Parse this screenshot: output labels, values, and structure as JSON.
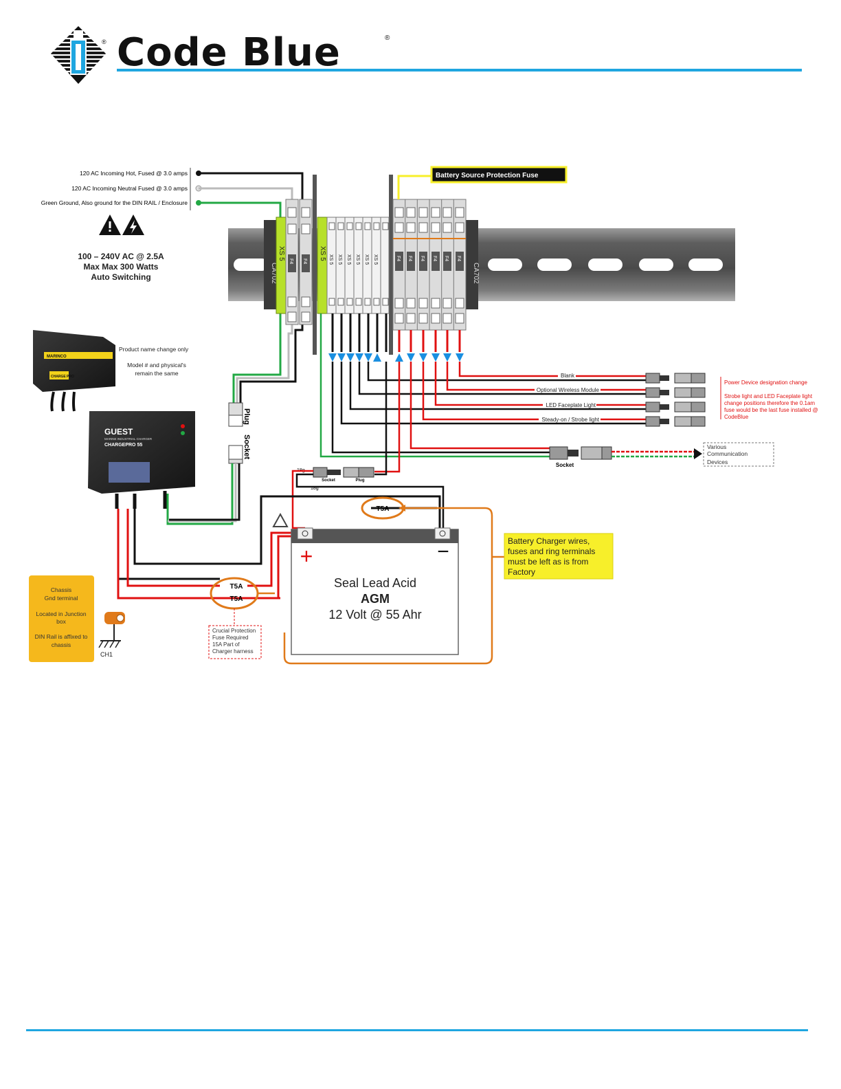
{
  "brand": {
    "name": "Code Blue",
    "registered_mark": "®",
    "accent_color": "#1fa6e0"
  },
  "diagram": {
    "ac_inputs": [
      "120 AC Incoming Hot, Fused @ 3.0 amps",
      "120 AC Incoming Neutral Fused @ 3.0 amps",
      "Green Ground, Also ground for the DIN RAIL / Enclosure"
    ],
    "power_spec": [
      "100 – 240V AC @ 2.5A",
      "Max Max 300 Watts",
      "Auto Switching"
    ],
    "battery_fuse_label": "Battery Source Protection Fuse",
    "end_clamp_label": "CA702",
    "terminal_label": "XS 5",
    "fuse_terminal_label": "F4",
    "charger_note_1": "Product name change only",
    "charger_note_2": [
      "Model # and physical's",
      "remain the same"
    ],
    "charger_small_brand": "MARINCO",
    "charger_small_model": "CHARGE PRO",
    "charger_main_brand": "GUEST",
    "charger_main_sub": "MARINE INDUSTRIAL CHARGER",
    "charger_main_model": "CHARGEPRO 55",
    "plug_label": "Plug",
    "socket_label": "Socket",
    "outputs": [
      "Blank",
      "Optional Wireless Module",
      "LED Faceplate Light",
      "Steady-on / Strobe light"
    ],
    "device_note": [
      "Power Device designation change",
      "Strobe light and LED Faceplate light",
      "change positions therefore the 0.1am",
      "fuse would be the last fuse installed @",
      "CodeBlue"
    ],
    "comm_socket_label": "Socket",
    "comm_devices": [
      "Various",
      "Communication",
      "Devices"
    ],
    "wire_gauge": "18g",
    "small_socket_label": "Socket",
    "small_plug_label": "Plug",
    "fuse_rating": "T5A",
    "charger_wires_note": [
      "Battery Charger wires,",
      "fuses and ring terminals",
      "must be left as is from",
      "Factory"
    ],
    "battery": {
      "plus": "+",
      "minus": "−",
      "line1": "Seal Lead Acid",
      "line2": "AGM",
      "line3": "12 Volt @ 55 Ahr"
    },
    "chassis_note": [
      "Chassis",
      "Gnd terminal",
      "Located in Junction",
      "box",
      "DIN Rail is affixed to",
      "chassis"
    ],
    "chassis_label": "CH1",
    "crucial_note": [
      "Crucial Protection",
      "Fuse Required",
      "15A Part of",
      "Charger harness"
    ],
    "colors": {
      "hot": "#111111",
      "neutral": "#bbbbbb",
      "ground": "#22a844",
      "positive": "#e01010",
      "negative": "#111111",
      "fuse_note": "#e07a1a",
      "note_yellow": "#f7ef2a",
      "chassis_orange": "#f5b81c",
      "rail": "#6e6e6e",
      "terminal_green": "#b7e02a"
    }
  }
}
